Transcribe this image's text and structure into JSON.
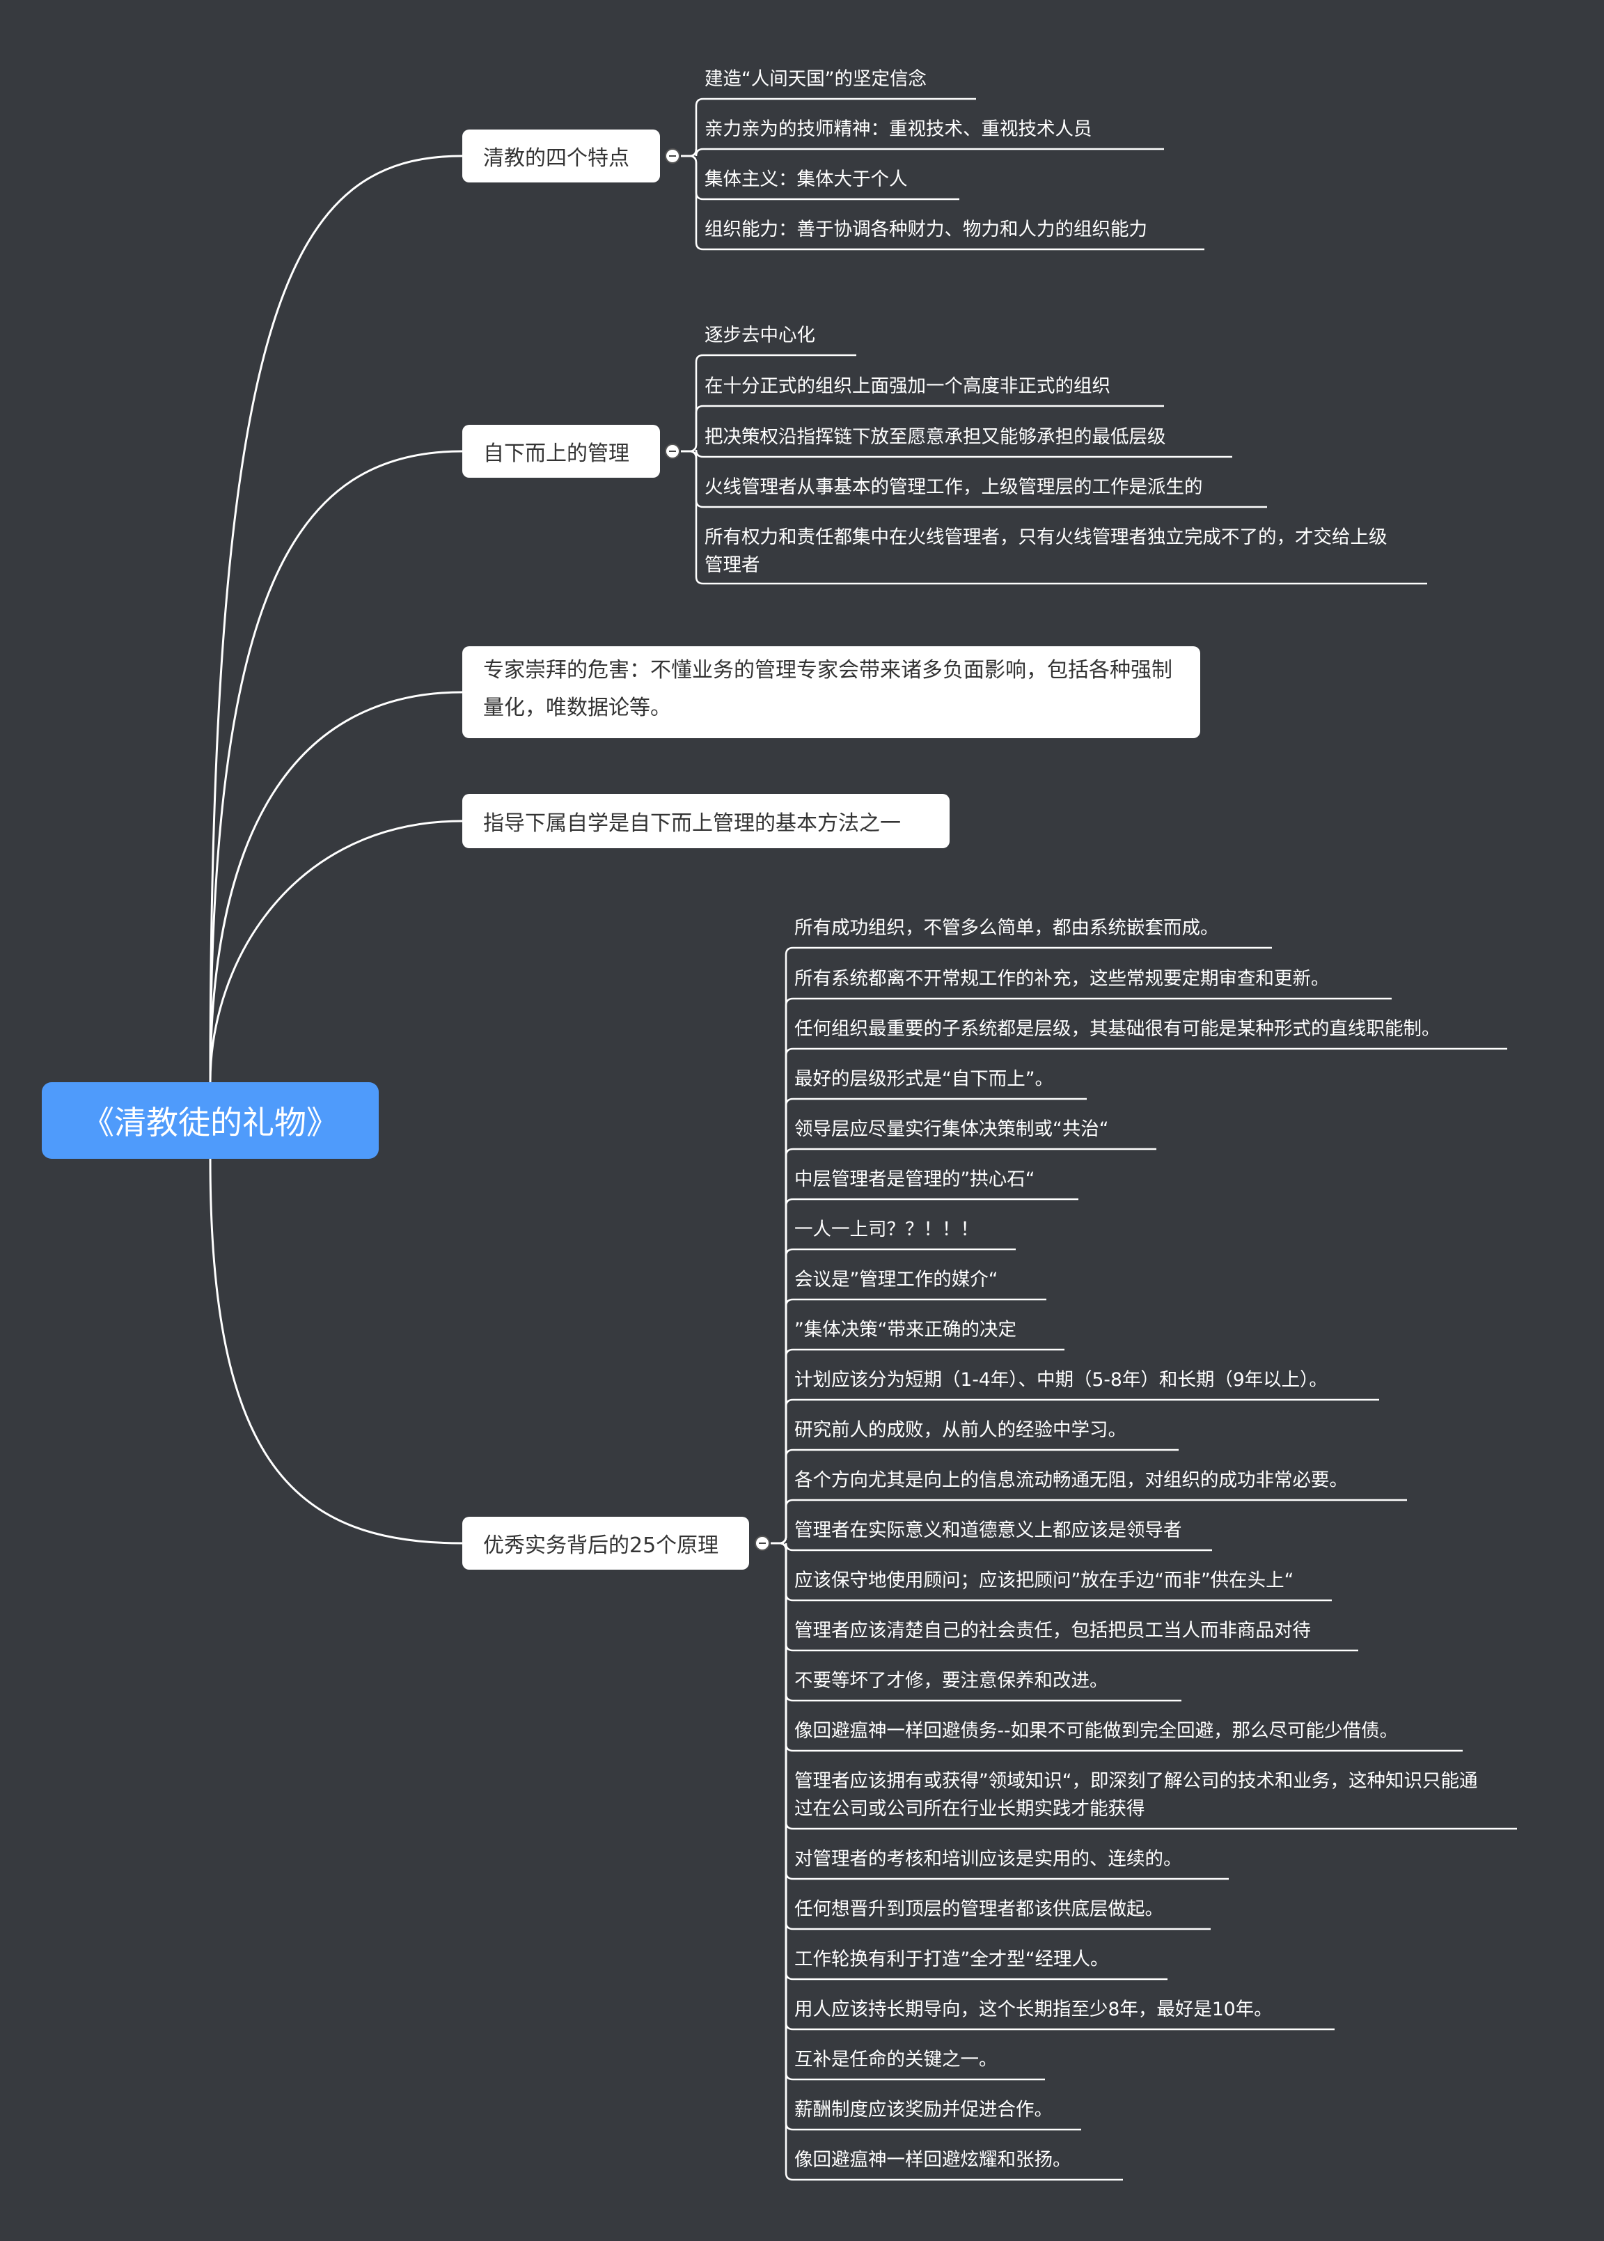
{
  "root": {
    "title": "《清教徒的礼物》"
  },
  "branches": [
    {
      "label": "清教的四个特点",
      "children": [
        "建造“人间天国”的坚定信念",
        "亲力亲为的技师精神：重视技术、重视技术人员",
        "集体主义：集体大于个人",
        "组织能力：善于协调各种财力、物力和人力的组织能力"
      ]
    },
    {
      "label": "自下而上的管理",
      "children": [
        "逐步去中心化",
        "在十分正式的组织上面强加一个高度非正式的组织",
        "把决策权沿指挥链下放至愿意承担又能够承担的最低层级",
        "火线管理者从事基本的管理工作，上级管理层的工作是派生的",
        "所有权力和责任都集中在火线管理者，只有火线管理者独立完成不了的，才交给上级管理者"
      ]
    },
    {
      "label": "专家崇拜的危害：不懂业务的管理专家会带来诸多负面影响，包括各种强制量化，唯数据论等。",
      "children": []
    },
    {
      "label": "指导下属自学是自下而上管理的基本方法之一",
      "children": []
    },
    {
      "label": "优秀实务背后的25个原理",
      "children": [
        "所有成功组织，不管多么简单，都由系统嵌套而成。",
        "所有系统都离不开常规工作的补充，这些常规要定期审查和更新。",
        "任何组织最重要的子系统都是层级，其基础很有可能是某种形式的直线职能制。",
        "最好的层级形式是“自下而上”。",
        "领导层应尽量实行集体决策制或“共治“",
        "中层管理者是管理的”拱心石“",
        "一人一上司？？！！！",
        "会议是”管理工作的媒介“",
        "”集体决策“带来正确的决定",
        "计划应该分为短期（1-4年）、中期（5-8年）和长期（9年以上）。",
        "研究前人的成败，从前人的经验中学习。",
        "各个方向尤其是向上的信息流动畅通无阻，对组织的成功非常必要。",
        "管理者在实际意义和道德意义上都应该是领导者",
        "应该保守地使用顾问；应该把顾问”放在手边“而非”供在头上“",
        "管理者应该清楚自己的社会责任，包括把员工当人而非商品对待",
        "不要等坏了才修，要注意保养和改进。",
        "像回避瘟神一样回避债务--如果不可能做到完全回避，那么尽可能少借债。",
        "管理者应该拥有或获得”领域知识“，即深刻了解公司的技术和业务，这种知识只能通过在公司或公司所在行业长期实践才能获得",
        "对管理者的考核和培训应该是实用的、连续的。",
        "任何想晋升到顶层的管理者都该供底层做起。",
        "工作轮换有利于打造”全才型“经理人。",
        "用人应该持长期导向，这个长期指至少8年，最好是10年。",
        "互补是任命的关键之一。",
        "薪酬制度应该奖励并促进合作。",
        "像回避瘟神一样回避炫耀和张扬。"
      ]
    }
  ],
  "colors": {
    "background": "#373a3f",
    "root_fill": "#4f9bfb",
    "branch_fill": "#ffffff",
    "line": "#ffffff"
  }
}
